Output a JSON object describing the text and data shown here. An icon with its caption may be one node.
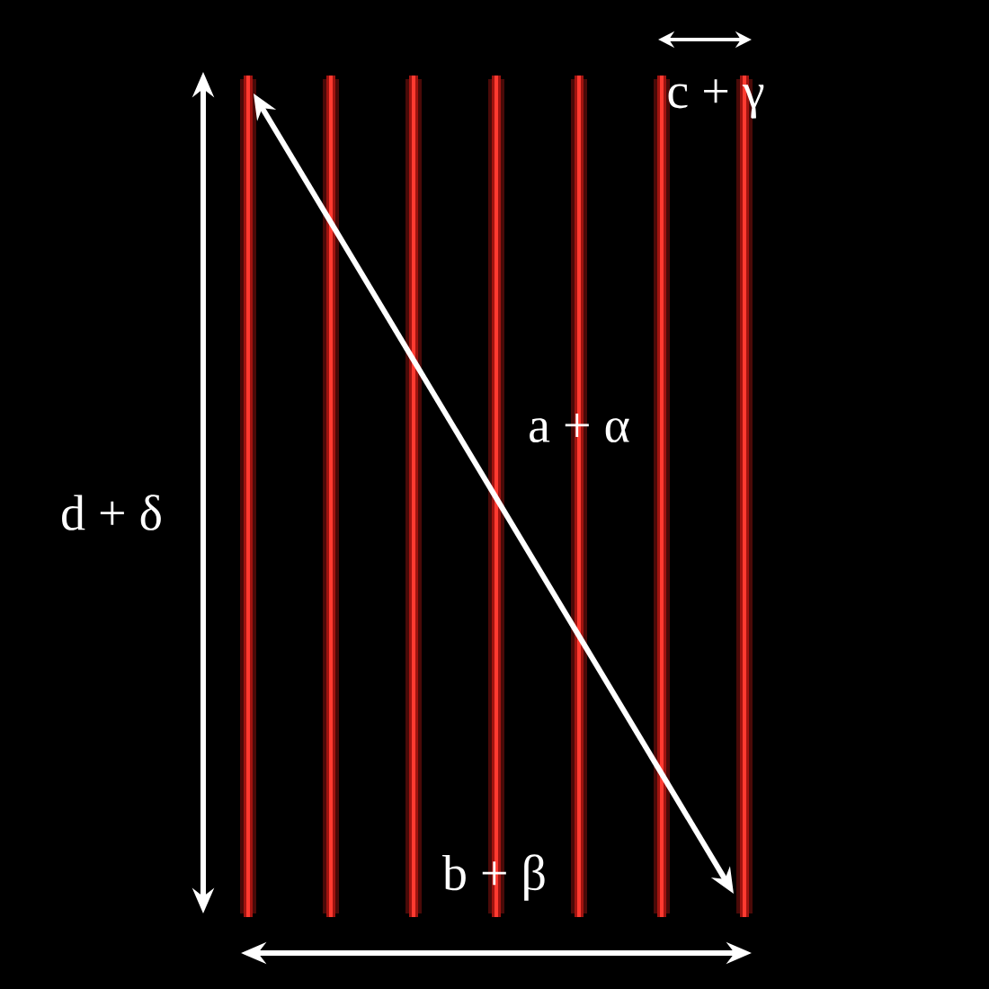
{
  "diagram": {
    "labels": [
      "c + γ",
      "a + α",
      "d + δ",
      "b + β"
    ]
  }
}
